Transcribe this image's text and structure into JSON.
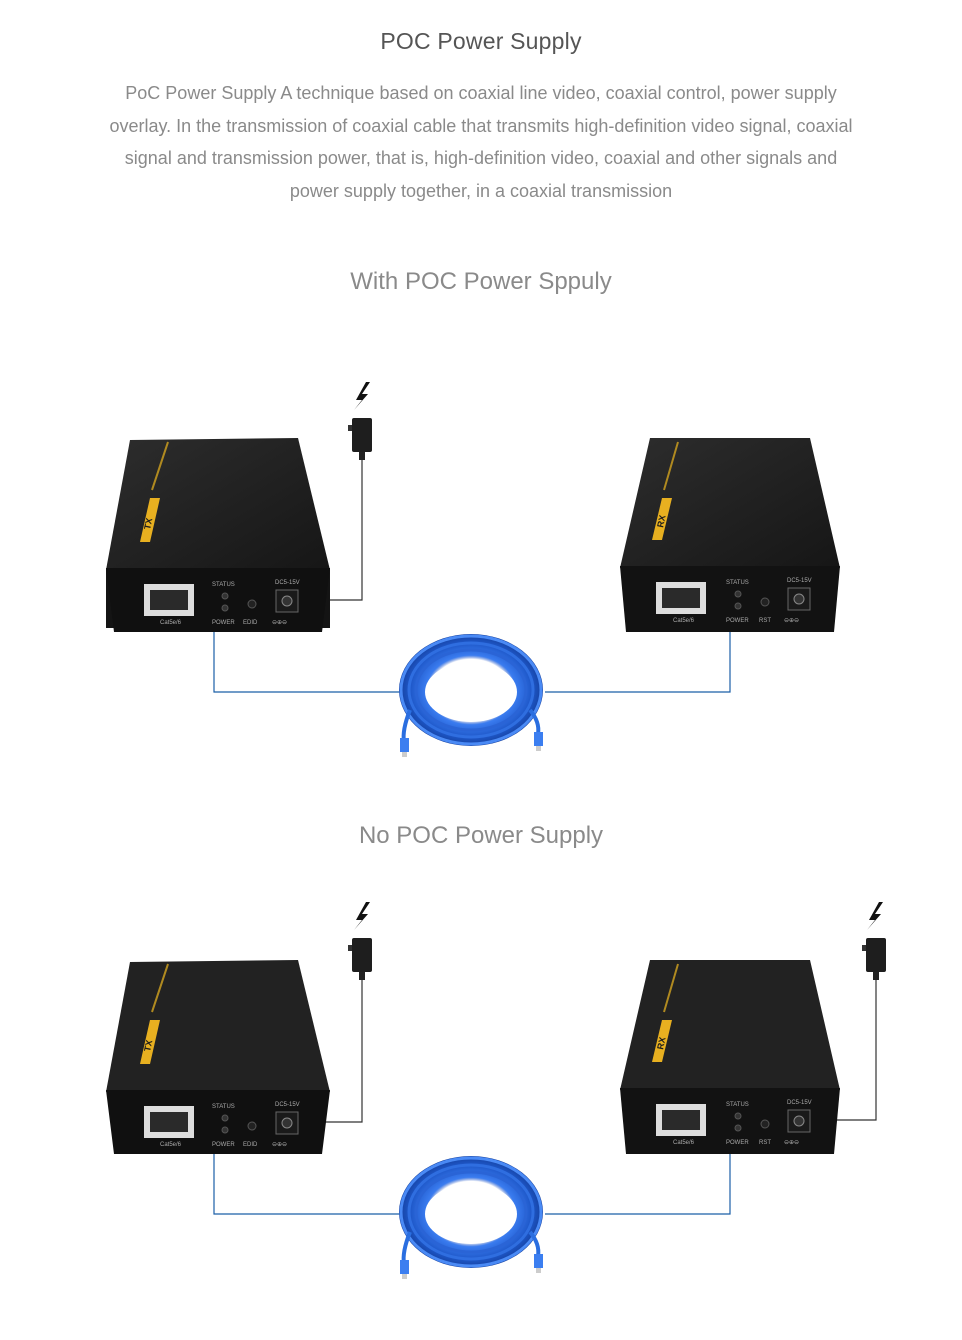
{
  "header": {
    "title": "POC Power Supply",
    "description": "PoC Power Supply A technique based on coaxial line video, coaxial control, power supply overlay. In the transmission of coaxial cable that transmits high-definition video signal, coaxial signal and transmission power, that is, high-definition video, coaxial and other signals and power supply together, in a coaxial transmission"
  },
  "sections": [
    {
      "title": "With POC Power Sppuly",
      "tx": {
        "badge": "TX",
        "port": "Cat5e/6",
        "status": "STATUS",
        "power": "POWER",
        "button": "EDID",
        "dc": "DC5-15V"
      },
      "rx": {
        "badge": "RX",
        "port": "Cat5e/6",
        "status": "STATUS",
        "power": "POWER",
        "button": "RST",
        "dc": "DC5-15V"
      }
    },
    {
      "title": "No POC Power Supply",
      "tx": {
        "badge": "TX",
        "port": "Cat5e/6",
        "status": "STATUS",
        "power": "POWER",
        "button": "EDID",
        "dc": "DC5-15V"
      },
      "rx": {
        "badge": "RX",
        "port": "Cat5e/6",
        "status": "STATUS",
        "power": "POWER",
        "button": "RST",
        "dc": "DC5-15V"
      }
    }
  ],
  "colors": {
    "line": "#1b5fa8",
    "cable": "#2a6ee0",
    "device": "#1c1c1c",
    "badge": "#e8b020"
  },
  "icons": [
    "lightning-icon",
    "power-adapter-icon",
    "network-cable-icon"
  ]
}
